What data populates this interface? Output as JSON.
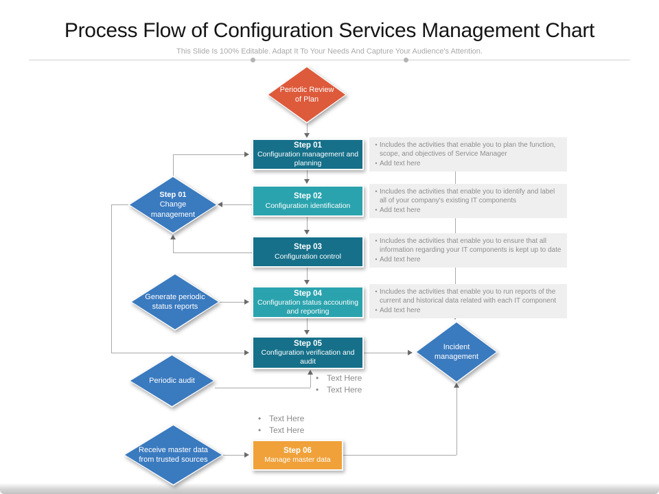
{
  "header": {
    "title": "Process Flow of Configuration Services Management Chart",
    "subtitle": "This Slide Is 100% Editable. Adapt It To Your Needs And Capture Your Audience's Attention."
  },
  "colors": {
    "step_dark_teal": "#16708a",
    "step_teal": "#2aa3ae",
    "step_orange": "#f0a139",
    "diamond_red": "#dd5a3b",
    "diamond_blue": "#3a7abf",
    "desc_bg": "#efefef",
    "desc_text": "#8d8d8d",
    "connector": "#a8a8a8"
  },
  "top_diamond": {
    "label": "Periodic Review of Plan"
  },
  "steps": [
    {
      "label": "Step 01",
      "title": "Configuration management and planning"
    },
    {
      "label": "Step 02",
      "title": "Configuration identification"
    },
    {
      "label": "Step 03",
      "title": "Configuration control"
    },
    {
      "label": "Step 04",
      "title": "Configuration status accounting and reporting"
    },
    {
      "label": "Step 05",
      "title": "Configuration verification and audit"
    },
    {
      "label": "Step 06",
      "title": "Manage master data"
    }
  ],
  "descriptions": [
    {
      "bullets": [
        "Includes the activities that enable you to plan the function, scope, and objectives of Service Manager",
        "Add text here"
      ]
    },
    {
      "bullets": [
        "Includes the activities that enable you to identify and label all of your company's existing IT components",
        "Add text here"
      ]
    },
    {
      "bullets": [
        "Includes the activities that enable you to ensure that all information regarding your IT components is kept up to date",
        "Add text here"
      ]
    },
    {
      "bullets": [
        "Includes the activities that enable you to run reports of the current and historical data related with each IT component",
        "Add text here"
      ]
    }
  ],
  "left_diamonds": [
    {
      "label": "Step 01",
      "title": "Change management"
    },
    {
      "title": "Generate periodic status reports"
    },
    {
      "title": "Periodic audit"
    },
    {
      "title": "Receive master data from trusted sources"
    }
  ],
  "right_diamond": {
    "title": "Incident management"
  },
  "placeholders": {
    "text_here": "Text Here"
  }
}
